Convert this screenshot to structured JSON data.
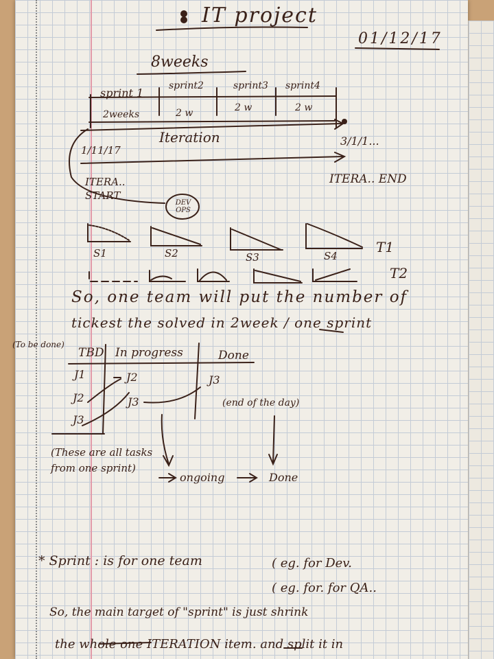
{
  "header": {
    "title": "IT project",
    "date": "01/12/17"
  },
  "timeline": {
    "duration": "8weeks",
    "sprints": [
      {
        "label": "sprint 1",
        "length": "2weeks"
      },
      {
        "label": "sprint2",
        "length": "2 w"
      },
      {
        "label": "sprint3",
        "length": "2 w"
      },
      {
        "label": "sprint4",
        "length": "2 w"
      }
    ],
    "iteration_label": "Iteration",
    "start_date": "1/11/17",
    "end_date": "3/1/1...",
    "start_label": "ITERA.. START",
    "end_label": "ITERA.. END",
    "devops": "DEV OPS"
  },
  "burndown": {
    "row1_labels": [
      "S1",
      "S2",
      "S3",
      "S4"
    ],
    "row_tag_1": "T1",
    "row_tag_2": "T2"
  },
  "notes": {
    "line1": "So, one team will put the number of",
    "line2": "tickest the solved in 2week / one sprint"
  },
  "board": {
    "tbd_note": "(To be done)",
    "columns": [
      "TBD",
      "In progress",
      "Done"
    ],
    "tbd_items": [
      "J1",
      "J2",
      "J3"
    ],
    "progress_items": [
      "J2",
      "J3"
    ],
    "done_items": [
      "J3"
    ],
    "done_note": "(end of the day)",
    "tasks_note": "(These are all tasks from one sprint)",
    "ongoing": "ongoing",
    "done": "Done"
  },
  "bottom": {
    "sprint_def": "* Sprint : is for one team",
    "eg_dev": "( eg. for Dev.",
    "eg_qa": "( eg. for. for QA..",
    "target_line": "So, the main target of \"sprint\" is just shrink",
    "last_line": "the whole one ITERATION item. and split it in"
  },
  "colors": {
    "ink": "#3a2119",
    "margin": "#e29aa9",
    "grid": "#c3cbd6"
  }
}
